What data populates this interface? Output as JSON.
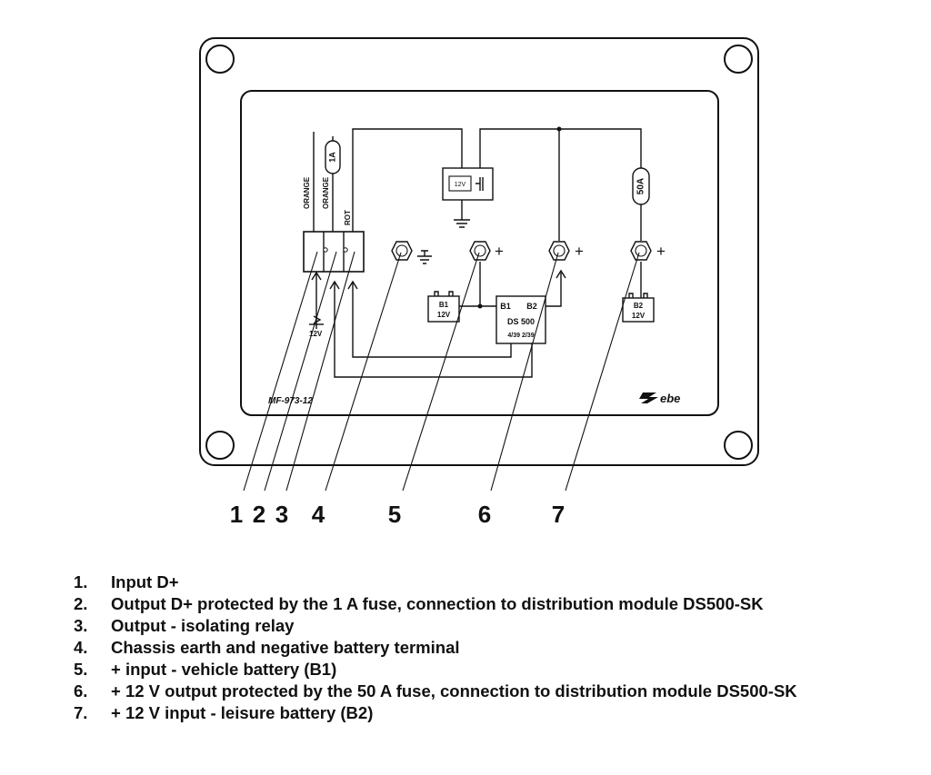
{
  "diagram": {
    "fuse_small": "1A",
    "fuse_large": "50A",
    "wire_labels": [
      "ORANGE",
      "ORANGE",
      "ROT"
    ],
    "relay_label": "12V",
    "battery_b1": [
      "B1",
      "12V"
    ],
    "battery_b2": [
      "B2",
      "12V"
    ],
    "module": {
      "top_left": "B1",
      "top_right": "B2",
      "name": "DS 500",
      "bottom": "4/39 2/39"
    },
    "d_plus_label": "12V",
    "plus_sign": "+",
    "part_number": "MF-973-12",
    "logo_text": "ebe",
    "callouts": [
      "1",
      "2",
      "3",
      "4",
      "5",
      "6",
      "7"
    ]
  },
  "legend": [
    {
      "num": "1.",
      "text": "Input D+"
    },
    {
      "num": "2.",
      "text": "Output D+ protected by the 1 A fuse, connection to distribution module DS500-SK"
    },
    {
      "num": "3.",
      "text": "Output - isolating relay"
    },
    {
      "num": "4.",
      "text": "Chassis earth and negative battery terminal"
    },
    {
      "num": "5.",
      "text": "+ input - vehicle battery (B1)"
    },
    {
      "num": "6.",
      "text": "+ 12 V output protected by the 50 A fuse, connection to distribution module DS500-SK"
    },
    {
      "num": "7.",
      "text": " + 12 V input - leisure battery (B2)"
    }
  ]
}
